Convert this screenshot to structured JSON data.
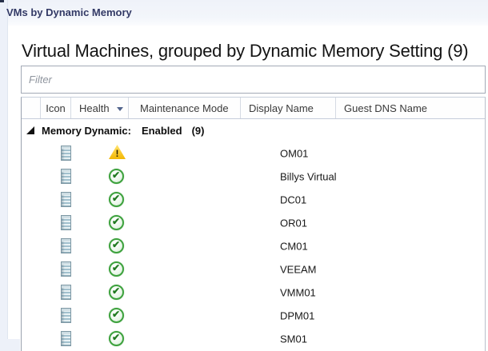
{
  "window": {
    "title": "VMs by Dynamic Memory"
  },
  "page": {
    "heading": "Virtual Machines, grouped by Dynamic Memory Setting (9)"
  },
  "filter": {
    "placeholder": "Filter"
  },
  "table": {
    "columns": [
      {
        "label": ""
      },
      {
        "label": "Icon"
      },
      {
        "label": "Health",
        "sort": "desc"
      },
      {
        "label": "Maintenance Mode"
      },
      {
        "label": "Display Name"
      },
      {
        "label": "Guest DNS Name"
      }
    ],
    "group": {
      "label": "Memory Dynamic:",
      "value": "Enabled",
      "count": "(9)",
      "expanded": true
    },
    "rows": [
      {
        "display_name": "OM01",
        "health": "warning"
      },
      {
        "display_name": "Billys Virtual",
        "health": "ok"
      },
      {
        "display_name": "DC01",
        "health": "ok"
      },
      {
        "display_name": "OR01",
        "health": "ok"
      },
      {
        "display_name": "CM01",
        "health": "ok"
      },
      {
        "display_name": "VEEAM",
        "health": "ok"
      },
      {
        "display_name": "VMM01",
        "health": "ok"
      },
      {
        "display_name": "DPM01",
        "health": "ok"
      },
      {
        "display_name": "SM01",
        "health": "ok"
      }
    ]
  },
  "colors": {
    "title_navy": "#333a66",
    "warning_yellow": "#f2b705",
    "health_green": "#3da23d",
    "band_blue": "#f1f4fa"
  }
}
